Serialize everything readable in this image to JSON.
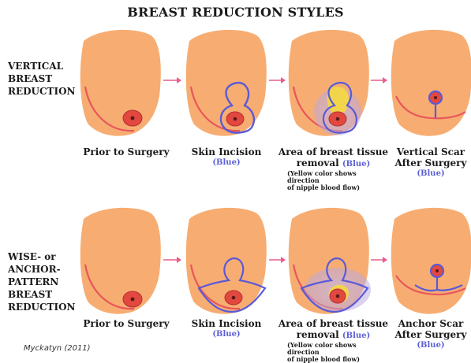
{
  "title": "BREAST REDUCTION STYLES",
  "rows": [
    {
      "label_lines": [
        "VERTICAL",
        "BREAST",
        "REDUCTION"
      ],
      "panels": [
        {
          "caption": "Prior to Surgery",
          "blue_note": "",
          "extra_note": []
        },
        {
          "caption": "Skin Incision",
          "blue_note": "(Blue)",
          "extra_note": []
        },
        {
          "caption_lines": [
            "Area of breast tissue",
            "removal"
          ],
          "blue_note": "(Blue)",
          "extra_note": [
            "(Yellow color shows direction",
            "of nipple blood flow)"
          ]
        },
        {
          "caption_lines": [
            "Vertical Scar",
            "After Surgery"
          ],
          "blue_note": "(Blue)",
          "extra_note": []
        }
      ]
    },
    {
      "label_lines": [
        "WISE- or",
        "ANCHOR-",
        "PATTERN",
        "BREAST",
        "REDUCTION"
      ],
      "panels": [
        {
          "caption": "Prior to Surgery",
          "blue_note": "",
          "extra_note": []
        },
        {
          "caption": "Skin Incision",
          "blue_note": "(Blue)",
          "extra_note": []
        },
        {
          "caption_lines": [
            "Area of breast tissue",
            "removal"
          ],
          "blue_note": "(Blue)",
          "extra_note": [
            "(Yellow color shows direction",
            "of nipple blood flow)"
          ]
        },
        {
          "caption_lines": [
            "Anchor Scar",
            "After Surgery"
          ],
          "blue_note": "(Blue)",
          "extra_note": []
        }
      ]
    }
  ],
  "credit": "Myckatyn (2011)",
  "colors": {
    "skin": "#f7ad72",
    "outline": "#e8565a",
    "incision": "#5a5ad8",
    "flow": "#f2d54a",
    "areola": "#e2483f",
    "arrow": "#ea5c8a"
  }
}
